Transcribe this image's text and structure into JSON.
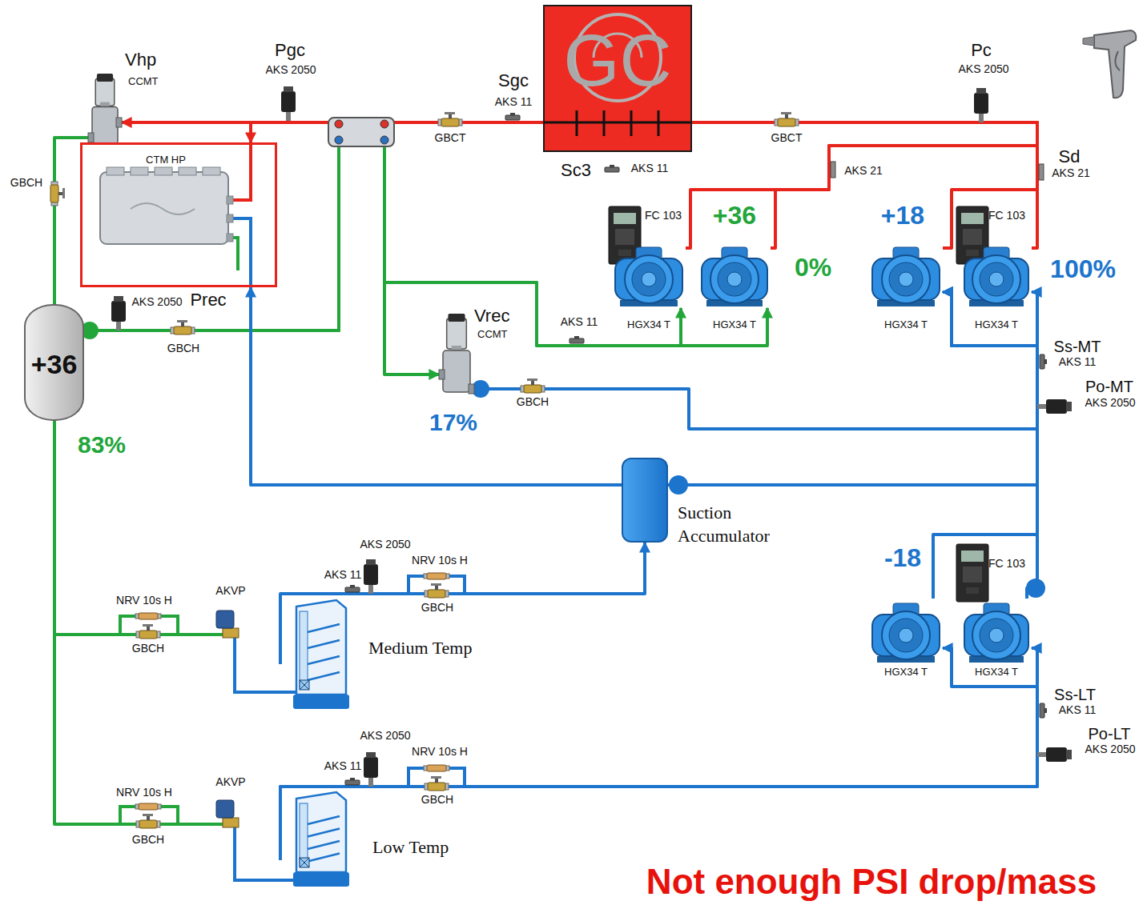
{
  "diagram": {
    "nodes": [
      {
        "text": [
          "Vhp",
          "CCMT"
        ]
      },
      {
        "text": [
          "GC"
        ]
      },
      {
        "text": [
          "CTM HP"
        ]
      },
      {
        "text": [
          "HGX34 T"
        ]
      },
      {
        "text": [
          "HGX34 T"
        ]
      },
      {
        "text": [
          "HGX34 T"
        ]
      },
      {
        "text": [
          "HGX34 T"
        ]
      },
      {
        "text": [
          "+36"
        ]
      },
      {
        "text": [
          "Vrec",
          "CCMT"
        ]
      },
      {
        "text": [
          "Suction Accumulator"
        ]
      },
      {
        "text": [
          "HGX34 T"
        ]
      },
      {
        "text": [
          "HGX34 T"
        ]
      },
      {
        "text": [
          "Medium Temp"
        ]
      },
      {
        "text": [
          "Low Temp"
        ]
      }
    ],
    "edges": [
      {
        "from": 1,
        "to": 0,
        "arrow": "to"
      },
      {
        "from": 1,
        "to": 2,
        "arrow": "to"
      },
      {
        "from": 0,
        "to": 7,
        "arrow": "none"
      },
      {
        "from": 7,
        "to": 8,
        "arrow": "to"
      },
      {
        "from": 7,
        "to": 3,
        "arrow": "to"
      },
      {
        "from": 7,
        "to": 4,
        "arrow": "to"
      },
      {
        "from": 7,
        "to": 12,
        "arrow": "none"
      },
      {
        "from": 7,
        "to": 13,
        "arrow": "none"
      },
      {
        "from": 12,
        "to": 9,
        "arrow": "to"
      },
      {
        "from": 9,
        "to": 2,
        "arrow": "to"
      },
      {
        "from": 9,
        "to": 5,
        "arrow": "to"
      },
      {
        "from": 9,
        "to": 6,
        "arrow": "to"
      },
      {
        "from": 8,
        "to": 5,
        "arrow": "to"
      },
      {
        "from": 13,
        "to": 10,
        "arrow": "to"
      },
      {
        "from": 13,
        "to": 11,
        "arrow": "to"
      },
      {
        "from": 10,
        "to": 5,
        "arrow": "to"
      },
      {
        "from": 11,
        "to": 5,
        "arrow": "to"
      },
      {
        "from": 3,
        "to": 1,
        "arrow": "none"
      },
      {
        "from": 4,
        "to": 1,
        "arrow": "none"
      },
      {
        "from": 5,
        "to": 1,
        "arrow": "none"
      },
      {
        "from": 6,
        "to": 1,
        "arrow": "none"
      }
    ],
    "labels": [
      "Pgc",
      "AKS 2050",
      "Sgc",
      "AKS 11",
      "Pc",
      "AKS 2050",
      "GBCT",
      "GBCT",
      "GBCH",
      "Sc3",
      "AKS 11",
      "AKS 21",
      "Sd",
      "AKS 21",
      "FC 103",
      "+36",
      "+18",
      "FC 103",
      "0%",
      "100%",
      "AKS 2050",
      "Prec",
      "GBCH",
      "AKS 11",
      "Ss-MT",
      "AKS 11",
      "Po-MT",
      "AKS 2050",
      "17%",
      "GBCH",
      "83%",
      "AKS 2050",
      "-18",
      "FC 103",
      "AKS 11",
      "NRV 10s H",
      "AKVP",
      "NRV 10s H",
      "GBCH",
      "GBCH",
      "Ss-LT",
      "AKS 11",
      "Po-LT",
      "AKS 2050",
      "AKS 2050",
      "AKS 11",
      "NRV 10s H",
      "AKVP",
      "NRV 10s H",
      "GBCH",
      "GBCH",
      "Not enough PSI drop/mass"
    ]
  }
}
